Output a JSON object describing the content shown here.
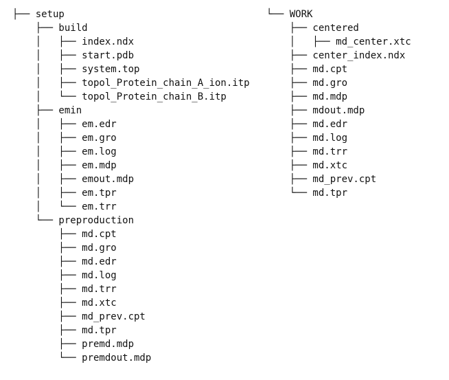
{
  "left_tree": {
    "lines": [
      "├── setup",
      "    ├── build",
      "    │   ├── index.ndx",
      "    │   ├── start.pdb",
      "    │   ├── system.top",
      "    │   ├── topol_Protein_chain_A_ion.itp",
      "    │   └── topol_Protein_chain_B.itp",
      "    ├── emin",
      "    │   ├── em.edr",
      "    │   ├── em.gro",
      "    │   ├── em.log",
      "    │   ├── em.mdp",
      "    │   ├── emout.mdp",
      "    │   ├── em.tpr",
      "    │   └── em.trr",
      "    └── preproduction",
      "        ├── md.cpt",
      "        ├── md.gro",
      "        ├── md.edr",
      "        ├── md.log",
      "        ├── md.trr",
      "        ├── md.xtc",
      "        ├── md_prev.cpt",
      "        ├── md.tpr",
      "        ├── premd.mdp",
      "        └── premdout.mdp"
    ]
  },
  "right_tree": {
    "lines": [
      "└── WORK",
      "    ├── centered",
      "    │   ├── md_center.xtc",
      "    ├── center_index.ndx",
      "    ├── md.cpt",
      "    ├── md.gro",
      "    ├── md.mdp",
      "    ├── mdout.mdp",
      "    ├── md.edr",
      "    ├── md.log",
      "    ├── md.trr",
      "    ├── md.xtc",
      "    ├── md_prev.cpt",
      "    └── md.tpr"
    ]
  }
}
